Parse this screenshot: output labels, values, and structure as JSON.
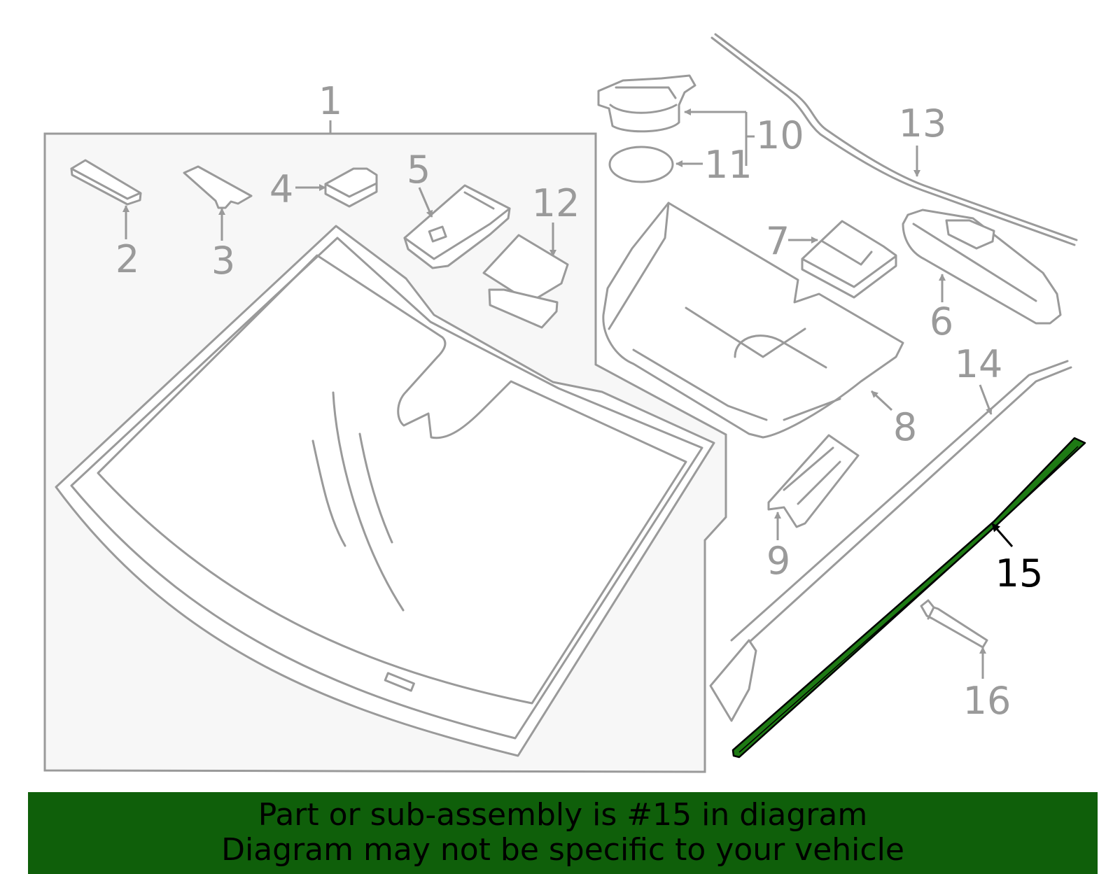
{
  "diagram": {
    "callouts": [
      "1",
      "2",
      "3",
      "4",
      "5",
      "6",
      "7",
      "8",
      "9",
      "10",
      "11",
      "12",
      "13",
      "14",
      "15",
      "16"
    ],
    "highlighted_part": "15",
    "highlight_color": "#1e7a14",
    "part_color": "#9a9a9a",
    "panel_color": "#f7f7f7"
  },
  "banner": {
    "line1": "Part or sub-assembly is #15 in diagram",
    "line2": "Diagram may not be specific to your vehicle",
    "color": "#0f5f0a"
  }
}
